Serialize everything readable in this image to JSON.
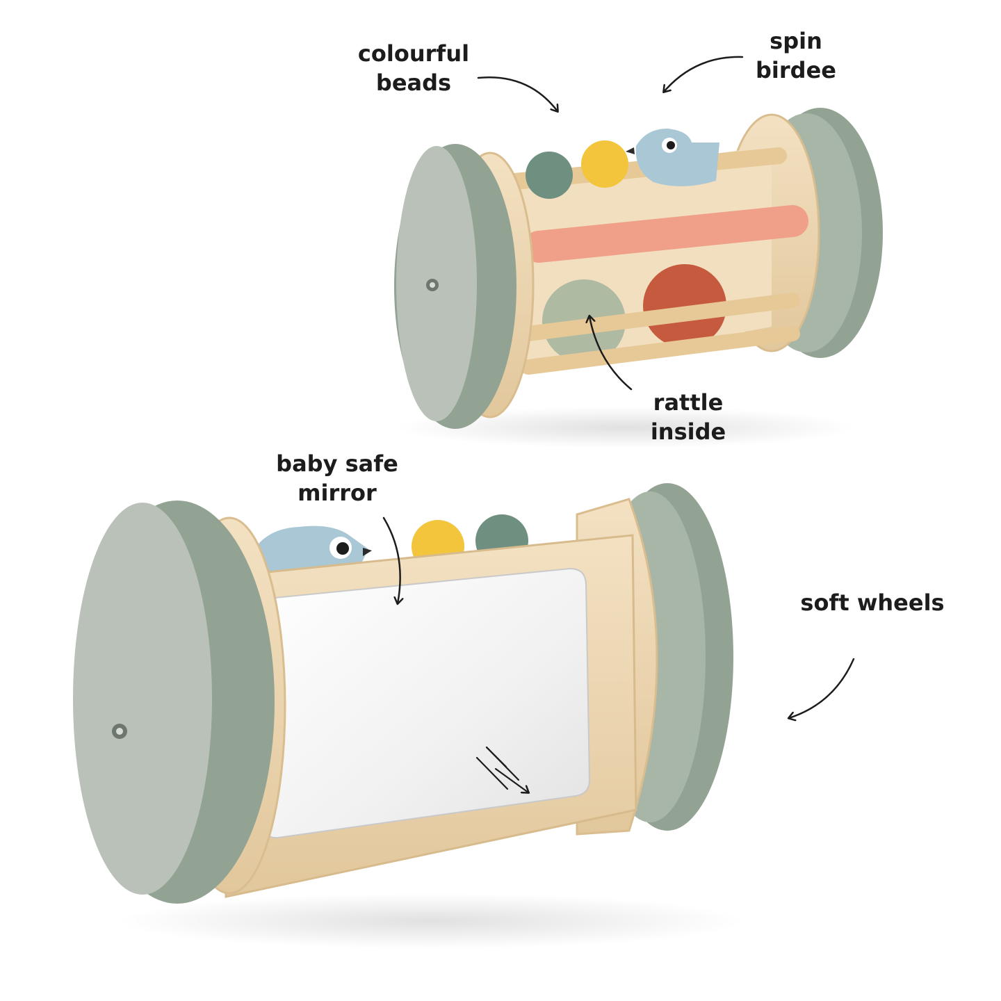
{
  "callouts": {
    "colourful_beads": [
      "colourful",
      "beads"
    ],
    "spin_birdee": [
      "spin",
      "birdee"
    ],
    "rattle_inside": [
      "rattle",
      "inside"
    ],
    "baby_safe_mirror": [
      "baby safe",
      "mirror"
    ],
    "soft_wheels": "soft wheels"
  },
  "colors": {
    "wheel_green": "#9aaa9a",
    "wheel_face": "#b9c1b8",
    "wood": "#edd8b4",
    "rod_salmon": "#f0a088",
    "bead_teal": "#6f9080",
    "bead_yellow": "#f2c53d",
    "ball_red": "#c65a3e",
    "ball_sage": "#aebaa2",
    "bird_blue": "#a9c7d4",
    "mirror": "#f2f2f2",
    "text": "#1c1c1c"
  }
}
